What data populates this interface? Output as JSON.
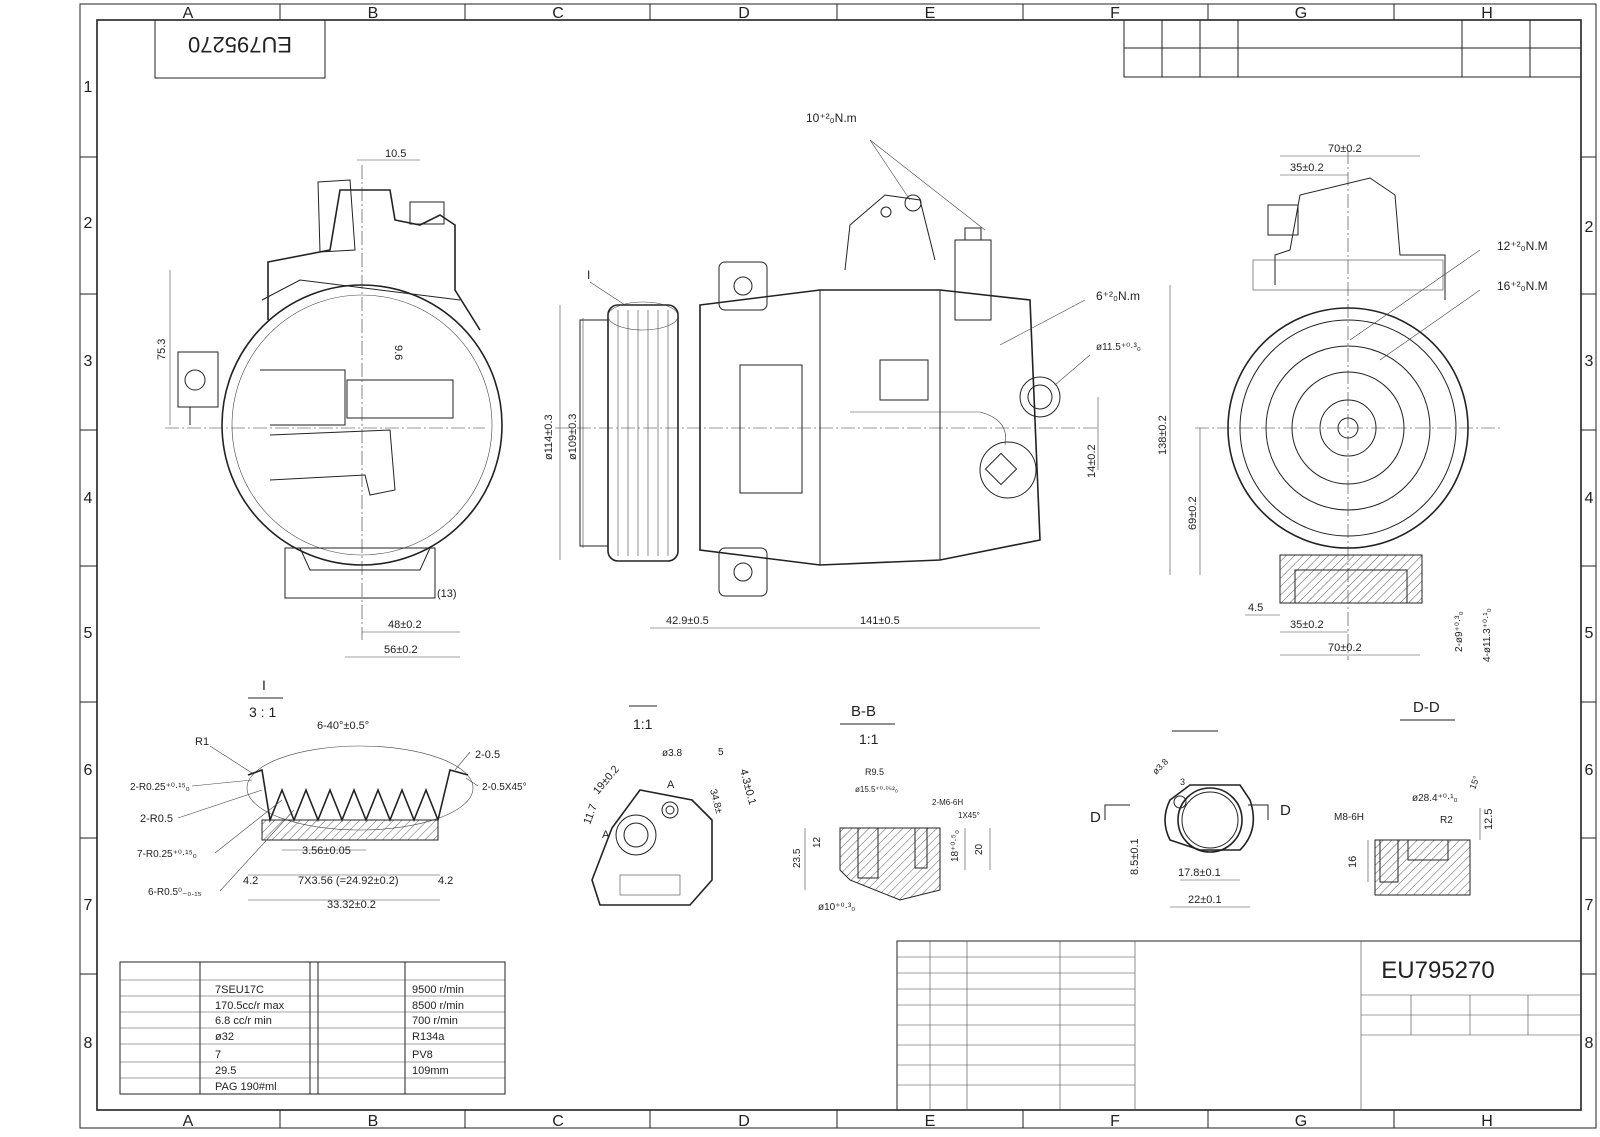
{
  "drawing_number": "EU795270",
  "grid": {
    "columns": [
      "A",
      "B",
      "C",
      "D",
      "E",
      "F",
      "G",
      "H"
    ],
    "rows": [
      "1",
      "2",
      "3",
      "4",
      "5",
      "6",
      "7",
      "8"
    ]
  },
  "labels": {
    "torque_top": "10⁺²₀N.m",
    "torque_side": "6⁺²₀N.m",
    "torque_right_1": "12⁺²₀N.M",
    "torque_right_2": "16⁺²₀N.M",
    "detail_marker": "I",
    "detail_I_title": "I",
    "detail_I_scale": "3 : 1",
    "view_1_scale": "1:1",
    "view_bb_title": "B-B",
    "view_bb_scale": "1:1",
    "view_dd_title": "D-D",
    "marker_a": "A",
    "marker_d": "D"
  },
  "dimensions": {
    "left": [
      "10.5",
      "75.3",
      "9.6",
      "(13)",
      "48±0.2",
      "56±0.2"
    ],
    "front": [
      "ø114±0.3",
      "ø109±0.3",
      "42.9±0.5",
      "141±0.5",
      "14±0.2",
      "ø11.5⁺⁰·³₀"
    ],
    "right": [
      "70±0.2",
      "35±0.2",
      "138±0.2",
      "69±0.2",
      "4.5",
      "35±0.2",
      "70±0.2",
      "2-ø9⁺⁰·³₀",
      "4-ø11.3⁺⁰·¹₀"
    ],
    "detail_I": [
      "R1",
      "6-40°±0.5°",
      "2-0.5",
      "2-R0.25⁺⁰·¹⁵₀",
      "2-0.5X45°",
      "2-R0.5",
      "7-R0.25⁺⁰·¹⁵₀",
      "3.56±0.05",
      "4.2",
      "7X3.56 (=24.92±0.2)",
      "4.2",
      "6-R0.5⁰₋₀.₁₅",
      "33.32±0.2"
    ],
    "view_1": [
      "ø3.8",
      "5",
      "19±0.2",
      "11.7",
      "4.3±0.1",
      "34.8±"
    ],
    "view_bb": [
      "R9.5",
      "ø15.5⁺⁰·⁰⁵²₀",
      "2-M6-6H",
      "1X45°",
      "23.5",
      "12",
      "18⁺⁰·⁵₀",
      "20",
      "ø10⁺⁰·³₀"
    ],
    "view_d": [
      "ø3.8",
      "3",
      "8.5±0.1",
      "17.8±0.1",
      "22±0.1"
    ],
    "view_dd": [
      "ø28.4⁺⁰·¹₀",
      "15°",
      "M8-6H",
      "R2",
      "12.5",
      "16"
    ]
  },
  "spec_table": {
    "left": [
      "7SEU17C",
      "170.5cc/r max",
      "6.8 cc/r min",
      "ø32",
      "7",
      "29.5",
      "PAG 190#ml"
    ],
    "right": [
      "9500 r/min",
      "8500 r/min",
      "700 r/min",
      "R134a",
      "PV8",
      "109mm"
    ]
  }
}
